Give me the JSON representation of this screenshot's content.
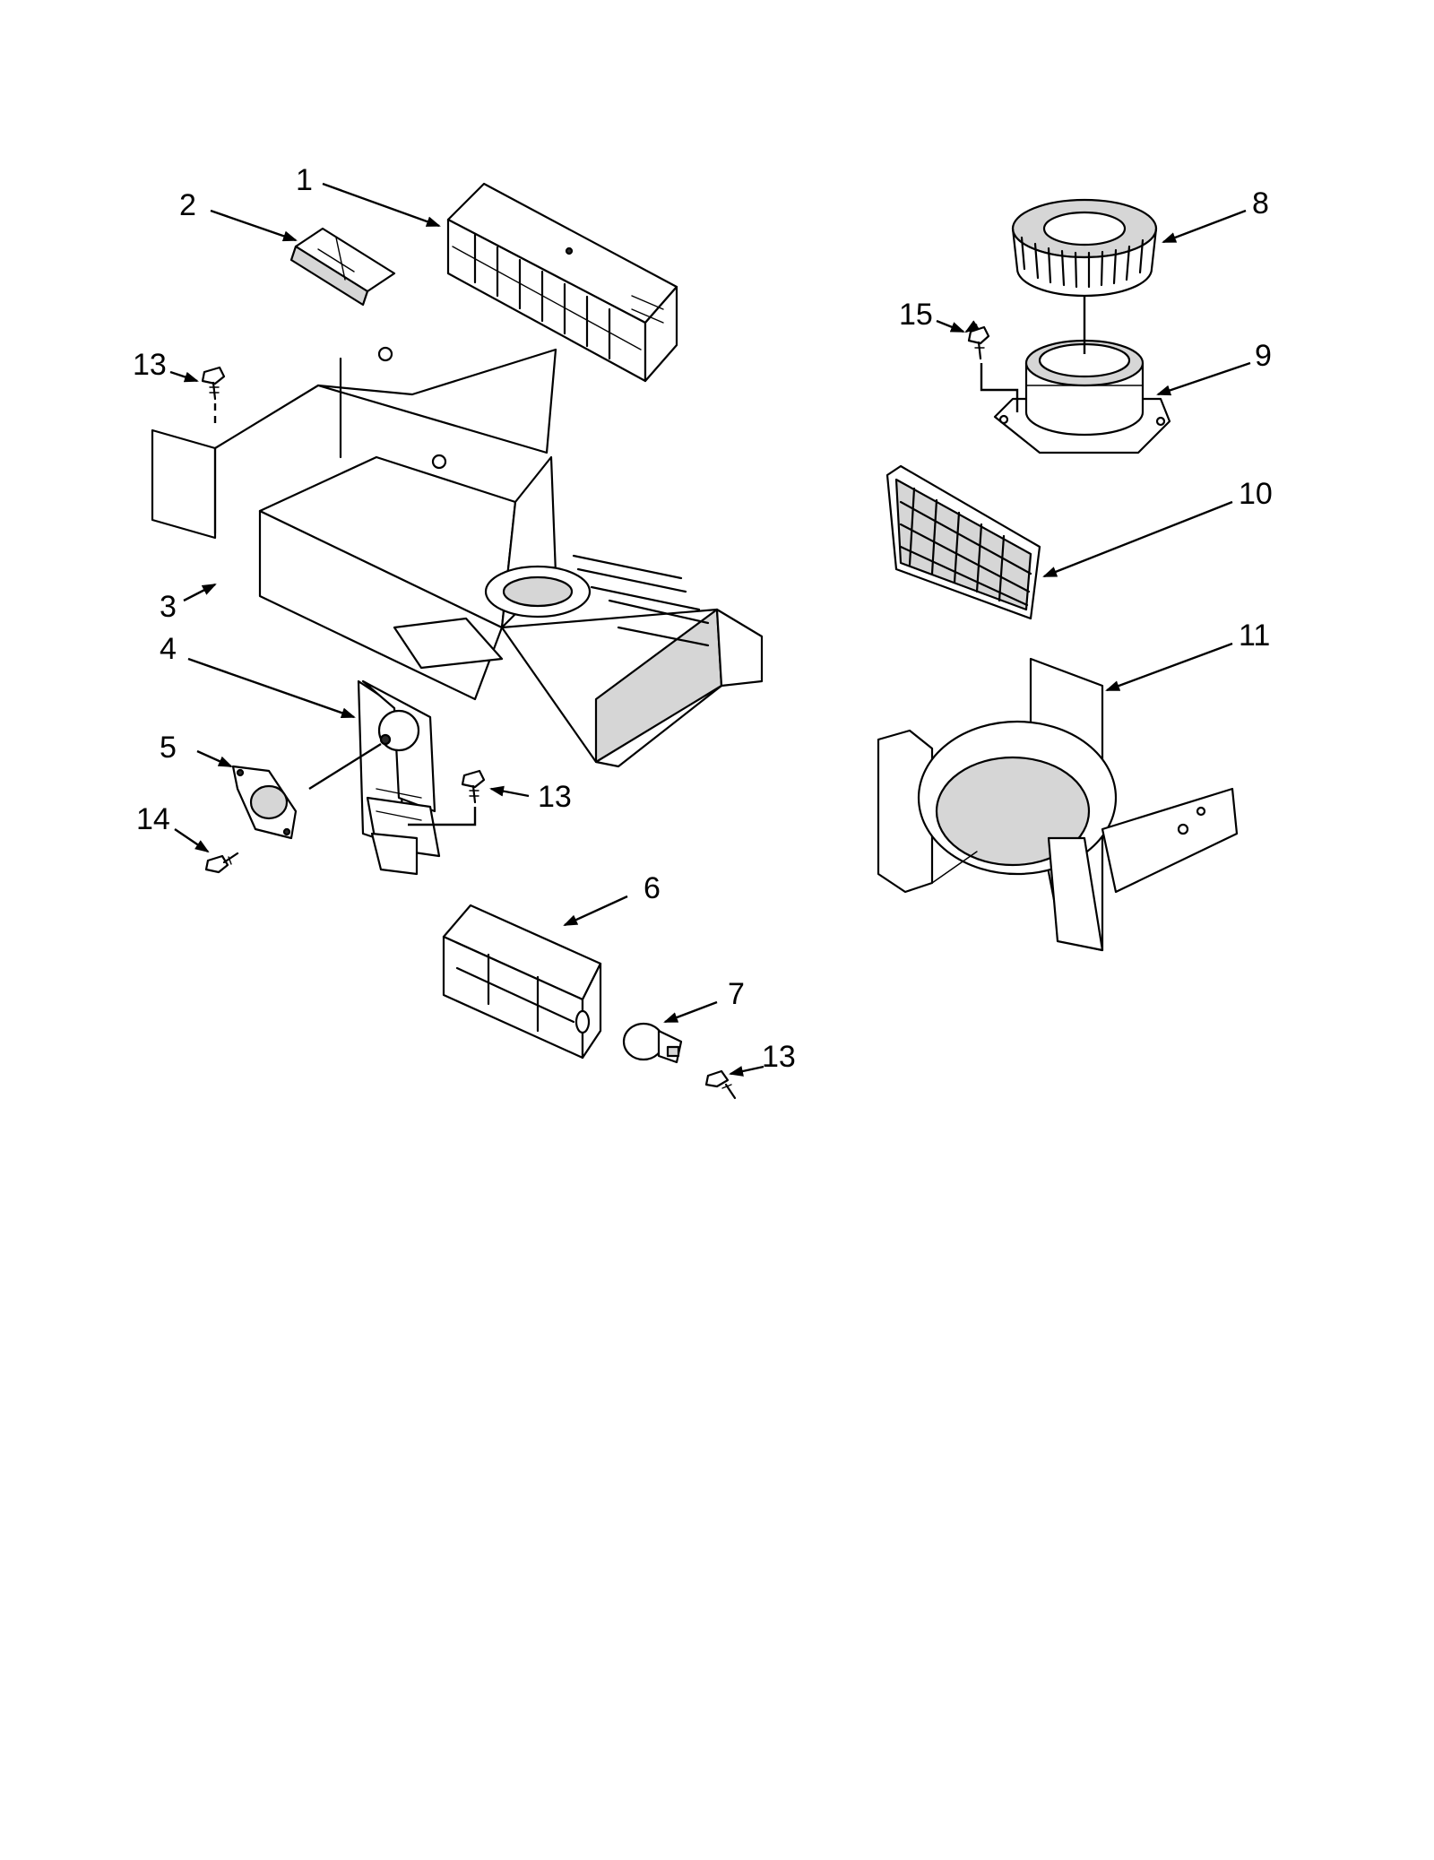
{
  "callouts": [
    {
      "id": "c1",
      "text": "1"
    },
    {
      "id": "c2",
      "text": "2"
    },
    {
      "id": "c3",
      "text": "3"
    },
    {
      "id": "c4",
      "text": "4"
    },
    {
      "id": "c5",
      "text": "5"
    },
    {
      "id": "c6",
      "text": "6"
    },
    {
      "id": "c7",
      "text": "7"
    },
    {
      "id": "c8",
      "text": "8"
    },
    {
      "id": "c9",
      "text": "9"
    },
    {
      "id": "c10",
      "text": "10"
    },
    {
      "id": "c11",
      "text": "11"
    },
    {
      "id": "c13a",
      "text": "13"
    },
    {
      "id": "c13b",
      "text": "13"
    },
    {
      "id": "c13c",
      "text": "13"
    },
    {
      "id": "c14",
      "text": "14"
    },
    {
      "id": "c15",
      "text": "15"
    }
  ]
}
